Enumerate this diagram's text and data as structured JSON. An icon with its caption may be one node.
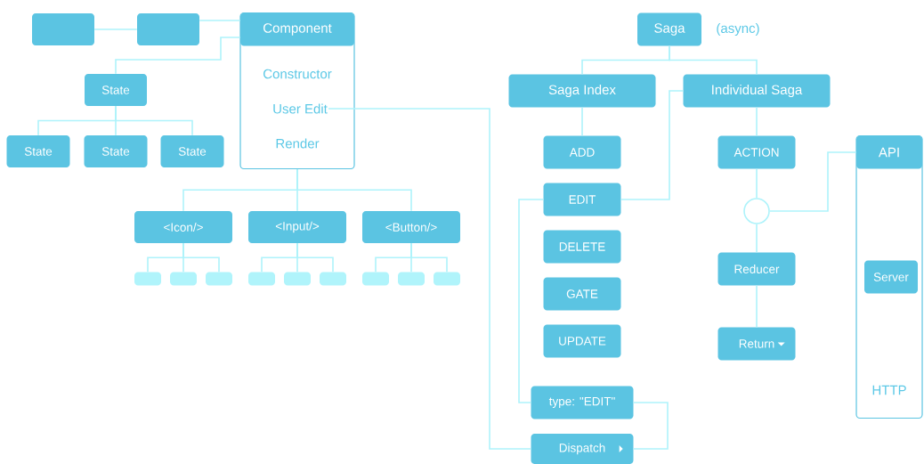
{
  "diagram": {
    "nodes": [
      {
        "text": [],
        "shape": "box"
      },
      {
        "text": [],
        "shape": "box"
      },
      {
        "text": [
          "Constructor",
          "Render"
        ]
      },
      {
        "text": [
          "Component"
        ],
        "in": 2
      },
      {
        "text": [
          "User Edit"
        ],
        "in": 2
      },
      {
        "text": [
          "State"
        ]
      },
      {
        "text": [
          "State"
        ]
      },
      {
        "text": [
          "State"
        ]
      },
      {
        "text": [
          "State"
        ]
      },
      {
        "text": [
          "<Icon/>"
        ]
      },
      {
        "text": [
          "<Input/>"
        ]
      },
      {
        "text": [
          "<Button/>"
        ]
      },
      {
        "text": [],
        "shape": "box"
      },
      {
        "text": [],
        "shape": "box"
      },
      {
        "text": [],
        "shape": "box"
      },
      {
        "text": [],
        "shape": "box"
      },
      {
        "text": [],
        "shape": "box"
      },
      {
        "text": [],
        "shape": "box"
      },
      {
        "text": [],
        "shape": "box"
      },
      {
        "text": [],
        "shape": "box"
      },
      {
        "text": [],
        "shape": "box"
      },
      {
        "text": [
          "Saga"
        ],
        "beside": [
          "(async)"
        ]
      },
      {
        "text": [
          "Saga Index"
        ]
      },
      {
        "text": [
          "Individual Saga"
        ]
      },
      {
        "text": [
          "ADD"
        ]
      },
      {
        "text": [
          "EDIT"
        ]
      },
      {
        "text": [
          "DELETE"
        ]
      },
      {
        "text": [
          "GATE"
        ]
      },
      {
        "text": [
          "UPDATE"
        ]
      },
      {
        "text": [
          "ACTION"
        ]
      },
      {
        "text": [],
        "shape": "circle"
      },
      {
        "text": [
          "Reducer"
        ]
      },
      {
        "text": [
          "Return"
        ]
      },
      {
        "text": [
          "type: \"EDIT\""
        ]
      },
      {
        "text": [
          "Dispatch"
        ]
      },
      {
        "text": [
          "HTTP"
        ]
      },
      {
        "text": [
          "API"
        ],
        "in": 35
      },
      {
        "text": [
          "Server"
        ],
        "in": 35
      }
    ],
    "edges": [
      {
        "from": 0,
        "to": 1,
        "arrow": "none"
      },
      {
        "from": 1,
        "to": 3,
        "arrow": "none"
      },
      {
        "from": 3,
        "to": 5,
        "arrow": "none"
      },
      {
        "from": 5,
        "to": 6,
        "arrow": "none"
      },
      {
        "from": 5,
        "to": 7,
        "arrow": "none"
      },
      {
        "from": 5,
        "to": 8,
        "arrow": "none"
      },
      {
        "from": 2,
        "to": 9,
        "arrow": "none"
      },
      {
        "from": 2,
        "to": 10,
        "arrow": "none"
      },
      {
        "from": 2,
        "to": 11,
        "arrow": "none"
      },
      {
        "from": 9,
        "to": 12,
        "arrow": "none"
      },
      {
        "from": 9,
        "to": 13,
        "arrow": "none"
      },
      {
        "from": 9,
        "to": 14,
        "arrow": "none"
      },
      {
        "from": 10,
        "to": 15,
        "arrow": "none"
      },
      {
        "from": 10,
        "to": 16,
        "arrow": "none"
      },
      {
        "from": 10,
        "to": 17,
        "arrow": "none"
      },
      {
        "from": 11,
        "to": 18,
        "arrow": "none"
      },
      {
        "from": 11,
        "to": 19,
        "arrow": "none"
      },
      {
        "from": 11,
        "to": 20,
        "arrow": "none"
      },
      {
        "from": 4,
        "to": 34,
        "arrow": "none"
      },
      {
        "from": 21,
        "to": 22,
        "arrow": "none"
      },
      {
        "from": 21,
        "to": 23,
        "arrow": "none"
      },
      {
        "from": 22,
        "to": 24,
        "arrow": "none"
      },
      {
        "from": 25,
        "to": 23,
        "arrow": "none"
      },
      {
        "from": 25,
        "to": 33,
        "arrow": "none"
      },
      {
        "from": 33,
        "to": 34,
        "arrow": "none"
      },
      {
        "from": 23,
        "to": 29,
        "arrow": "none"
      },
      {
        "from": 29,
        "to": 30,
        "arrow": "none"
      },
      {
        "from": 30,
        "to": 31,
        "arrow": "none"
      },
      {
        "from": 31,
        "to": 32,
        "arrow": "none"
      },
      {
        "from": 30,
        "to": 36,
        "arrow": "none"
      }
    ]
  }
}
